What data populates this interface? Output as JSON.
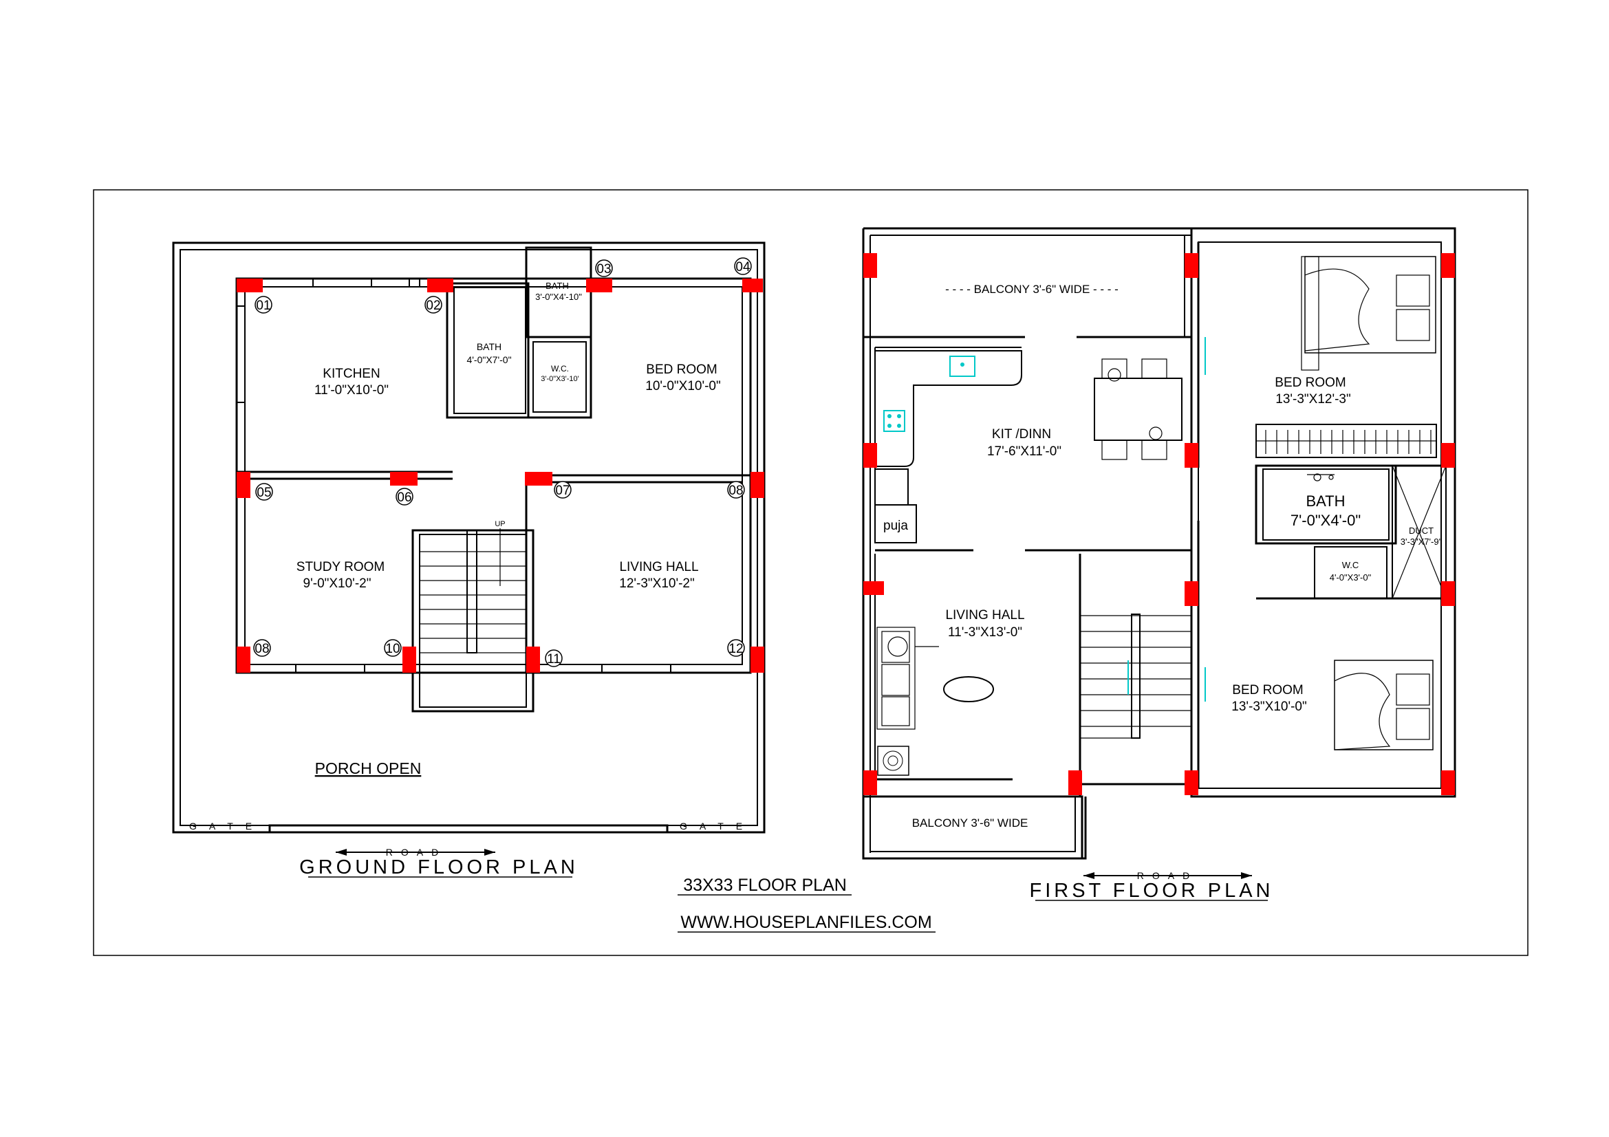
{
  "sheet_title": "33X33 FLOOR  PLAN",
  "website": "WWW.HOUSEPLANFILES.COM",
  "ground_floor": {
    "title": "GROUND FLOOR PLAN",
    "road": "ROAD",
    "gate": "GATE",
    "porch": "PORCH OPEN",
    "stair_up": "UP",
    "rooms": {
      "kitchen": {
        "name": "KITCHEN",
        "size": "11'-0\"X10'-0\""
      },
      "bath_main": {
        "name": "BATH",
        "size": "4'-0\"X7'-0\""
      },
      "bath_small": {
        "name": "BATH",
        "size": "3'-0\"X4'-10\""
      },
      "wc": {
        "name": "W.C.",
        "size": "3'-0\"X3'-10'"
      },
      "bedroom": {
        "name": "BED ROOM",
        "size": "10'-0\"X10'-0\""
      },
      "study": {
        "name": "STUDY ROOM",
        "size": "9'-0\"X10'-2\""
      },
      "living": {
        "name": "LIVING HALL",
        "size": "12'-3\"X10'-2\""
      }
    },
    "column_numbers": [
      "01",
      "02",
      "03",
      "04",
      "05",
      "06",
      "07",
      "08",
      "08",
      "10",
      "11",
      "12"
    ]
  },
  "first_floor": {
    "title": "FIRST FLOOR PLAN",
    "road": "ROAD",
    "balcony_top": "- - - -  BALCONY 3'-6\" WIDE  - - - -",
    "balcony_bottom": "BALCONY 3'-6\" WIDE",
    "puja": "puja",
    "rooms": {
      "kit_dinn": {
        "name": "KIT /DINN",
        "size": "17'-6\"X11'-0\""
      },
      "bed1": {
        "name": "BED ROOM",
        "size": "13'-3\"X12'-3\""
      },
      "bath": {
        "name": "BATH",
        "size": "7'-0\"X4'-0\""
      },
      "duct": {
        "name": "DUCT",
        "size": "3'-3\"X7'-9\""
      },
      "wc": {
        "name": "W.C",
        "size": "4'-0\"X3'-0\""
      },
      "living": {
        "name": "LIVING HALL",
        "size": "11'-3\"X13'-0\""
      },
      "bed2": {
        "name": "BED ROOM",
        "size": "13'-3\"X10'-0\""
      }
    }
  },
  "colors": {
    "column": "#ff0000",
    "line": "#000000",
    "fixture": "#00c8c8"
  }
}
